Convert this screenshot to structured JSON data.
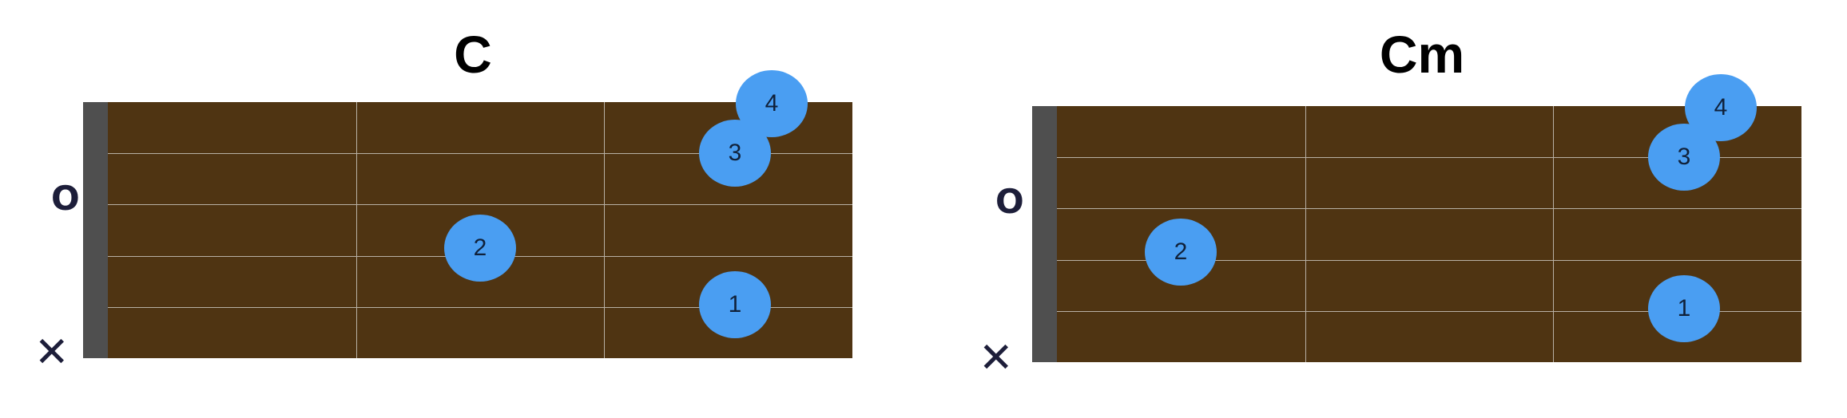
{
  "chords": [
    {
      "name": "C",
      "open_marker": "O",
      "muted_marker": "✕",
      "fingers": [
        {
          "label": "4",
          "fret": 3,
          "string": 0
        },
        {
          "label": "3",
          "fret": 3,
          "string": 1
        },
        {
          "label": "2",
          "fret": 2,
          "string": 3
        },
        {
          "label": "1",
          "fret": 3,
          "string": 4
        }
      ]
    },
    {
      "name": "Cm",
      "open_marker": "O",
      "muted_marker": "✕",
      "fingers": [
        {
          "label": "4",
          "fret": 3,
          "string": 0
        },
        {
          "label": "3",
          "fret": 3,
          "string": 1
        },
        {
          "label": "2",
          "fret": 1,
          "string": 3
        },
        {
          "label": "1",
          "fret": 3,
          "string": 4
        }
      ]
    }
  ],
  "colors": {
    "fretboard": "#4f3412",
    "nut": "#4f4f4f",
    "finger_dot": "#4a9ef2",
    "marker_ink": "#1d1e3a"
  }
}
